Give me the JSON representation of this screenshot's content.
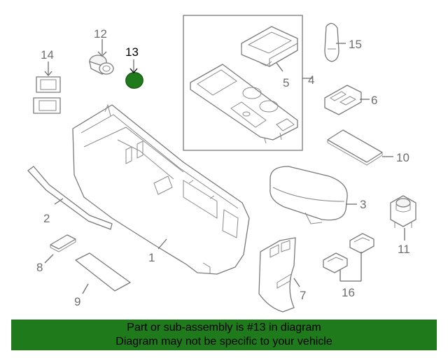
{
  "highlighted_part": "13",
  "highlight_color": "#1f7a1b",
  "callouts": {
    "p1": "1",
    "p2": "2",
    "p3": "3",
    "p4": "4",
    "p5": "5",
    "p6": "6",
    "p7": "7",
    "p8": "8",
    "p9": "9",
    "p10": "10",
    "p11": "11",
    "p12": "12",
    "p13": "13",
    "p14": "14",
    "p15": "15",
    "p16": "16"
  },
  "banner": {
    "line1": "Part or sub-assembly is #13 in diagram",
    "line2": "Diagram may not be specific to your vehicle"
  }
}
